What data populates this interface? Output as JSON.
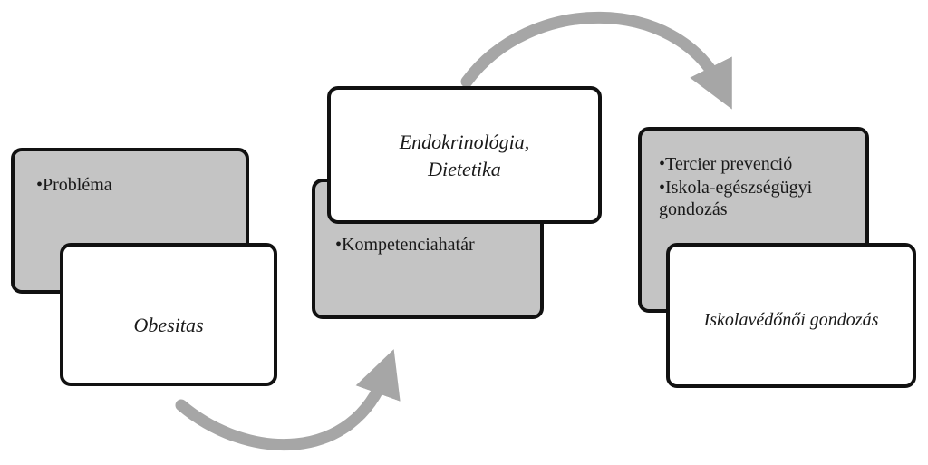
{
  "steps": [
    {
      "bullets": [
        "Probléma"
      ],
      "title": "Obesitas"
    },
    {
      "bullets": [
        "Kompetenciahatár"
      ],
      "title_line1": "Endokrinológia,",
      "title_line2": "Dietetika"
    },
    {
      "bullets": [
        "Tercier prevenció",
        "Iskola-egészségügyi gondozás"
      ],
      "title": "Iskolavédőnői gondozás"
    }
  ],
  "bullet_char": "•",
  "colors": {
    "box_fill_gray": "#c4c4c4",
    "box_fill_white": "#ffffff",
    "box_border": "#111111",
    "arrow": "#a6a6a6"
  }
}
